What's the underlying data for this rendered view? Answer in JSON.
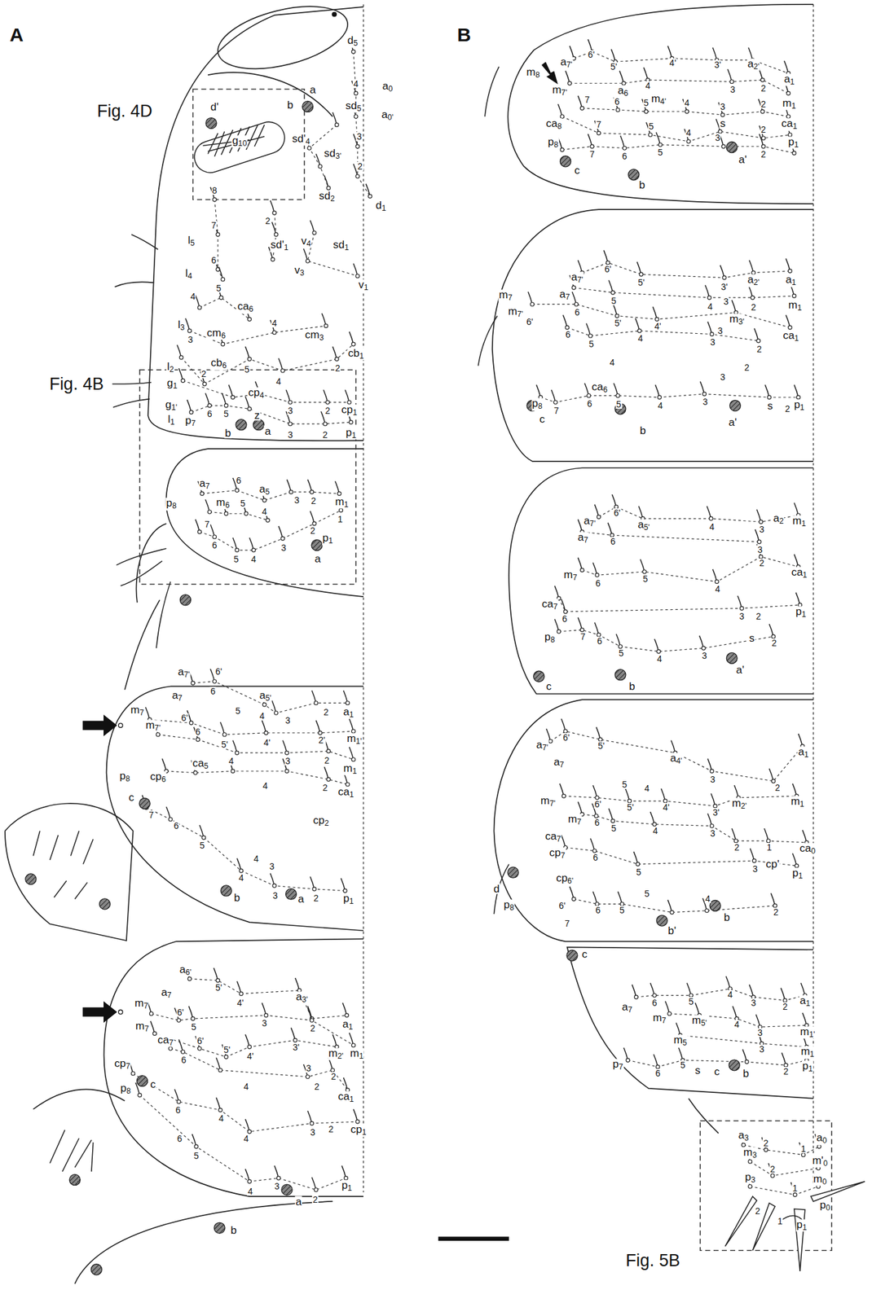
{
  "diagram": {
    "labels": [
      "A",
      "Fig. 4D",
      "Fig. 4B",
      "Fig. 5B",
      "B",
      "d5",
      "4",
      "sd5",
      "a0",
      "a0'",
      "a",
      "b",
      "d'",
      "g10",
      "sd'4",
      "sd3'",
      "3",
      "2",
      "sd2",
      "d1",
      "8",
      "7",
      "2",
      "sd'1",
      "v4",
      "sd1",
      "6",
      "l5",
      "l4",
      "v3",
      "v1",
      "5",
      "4",
      "ca6",
      "l3",
      "cm6",
      "4",
      "cm3",
      "3",
      "cb6",
      "5",
      "l2",
      "2",
      "4",
      "2",
      "cb1",
      "g1",
      "cp4",
      "3",
      "2",
      "cp1",
      "g1'",
      "l1",
      "p7",
      "6",
      "5",
      "z",
      "b",
      "a",
      "3",
      "2",
      "p1",
      "p8",
      "a7",
      "6",
      "a5",
      "m6",
      "5",
      "4",
      "3",
      "2",
      "m1",
      "7",
      "2",
      "1",
      "p1",
      "6",
      "5",
      "4",
      "3",
      "a",
      "a7'",
      "6'",
      "a5'",
      "a7",
      "6",
      "5",
      "4",
      "3",
      "2",
      "a1",
      "m7",
      "m7'",
      "6'",
      "6",
      "5'",
      "4'",
      "2'",
      "m1'",
      "p8",
      "cp6",
      "ca5",
      "4",
      "3",
      "2",
      "m1",
      "4",
      "2",
      "ca1",
      "c",
      "7",
      "6",
      "5",
      "4",
      "3",
      "cp2",
      "4",
      "3",
      "a",
      "2",
      "p1",
      "b",
      "a6'",
      "5'",
      "4'",
      "a3'",
      "a7",
      "m7",
      "6'",
      "5",
      "3",
      "2",
      "a1",
      "m7",
      "ca7",
      "6'",
      "5'",
      "4'",
      "3'",
      "m2'",
      "m1",
      "cp7",
      "6",
      "3",
      "2",
      "p8",
      "4",
      "2",
      "ca1",
      "6",
      "4",
      "6",
      "4",
      "3",
      "2",
      "cp1",
      "5",
      "4",
      "3",
      "a",
      "2",
      "p1",
      "b",
      "c",
      "a7'",
      "6'",
      "5'",
      "4'",
      "3'",
      "a2'",
      "m8",
      "a1",
      "m7'",
      "a6",
      "m4'",
      "4",
      "3",
      "2",
      "7",
      "6",
      "5",
      "4",
      "3",
      "2",
      "m1",
      "ca8",
      "7",
      "5",
      "4",
      "s",
      "3",
      "2",
      "ca1",
      "p8",
      "7",
      "6",
      "5",
      "a'",
      "2",
      "p1",
      "c",
      "b",
      "a7'",
      "6'",
      "5'",
      "3'",
      "a2'",
      "a1",
      "m7",
      "a7",
      "5",
      "4",
      "3",
      "2",
      "m1",
      "m7'",
      "6'",
      "6",
      "5'",
      "4'",
      "m3'",
      "3",
      "ca1",
      "6",
      "5",
      "4",
      "3",
      "2",
      "4",
      "3",
      "2",
      "ca6",
      "p8",
      "7",
      "6",
      "5",
      "4",
      "3",
      "s",
      "2",
      "p1",
      "a'",
      "c",
      "b",
      "a7'",
      "6'",
      "a5'",
      "4",
      "3",
      "a2",
      "m1",
      "a7",
      "6",
      "3",
      "m7",
      "6",
      "5",
      "4",
      "2",
      "ca1",
      "ca7",
      "6",
      "3",
      "2",
      "p1",
      "p8",
      "7",
      "6",
      "5",
      "4",
      "3",
      "s",
      "2",
      "a'",
      "c",
      "b",
      "a7'",
      "6'",
      "5'",
      "a4'",
      "3",
      "2",
      "a1",
      "a7",
      "5",
      "4",
      "m7'",
      "6'",
      "5'",
      "4'",
      "3'",
      "m2'",
      "m1",
      "m7",
      "6",
      "5",
      "4",
      "3",
      "ca7",
      "2",
      "1",
      "ca0",
      "cp7",
      "6",
      "5",
      "cp'",
      "3",
      "p1",
      "d",
      "cp6'",
      "5",
      "4",
      "b",
      "2",
      "p8",
      "6'",
      "6",
      "5",
      "b'",
      "7",
      "c",
      "a7",
      "6",
      "5",
      "4",
      "3",
      "2",
      "a1",
      "m7",
      "m5'",
      "4",
      "3",
      "m1'",
      "m5",
      "3",
      "m1",
      "p7",
      "6",
      "5",
      "s",
      "2",
      "p1",
      "c",
      "b",
      "a3",
      "2",
      "1",
      "a0",
      "m3",
      "2",
      "m'0",
      "p3",
      "1",
      "m0",
      "2",
      "1",
      "p0",
      "p1"
    ]
  }
}
